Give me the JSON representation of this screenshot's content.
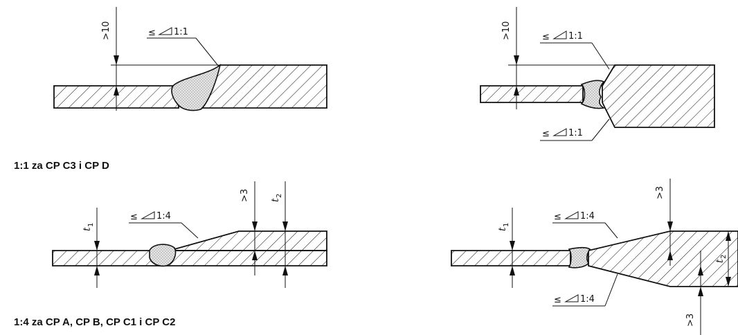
{
  "captions": {
    "ratio_1_1": "1:1 za CP C3 i CP D",
    "ratio_1_4": "1:4 za CP A, CP B, CP C1 i CP C2"
  },
  "labels": {
    "gt10": ">10",
    "gt3": ">3",
    "t1_base": "t",
    "t1_sub": "1",
    "t2_base": "t",
    "t2_sub": "2",
    "le": "≤",
    "slope_1_1": "1:1",
    "slope_1_4": "1:4"
  }
}
